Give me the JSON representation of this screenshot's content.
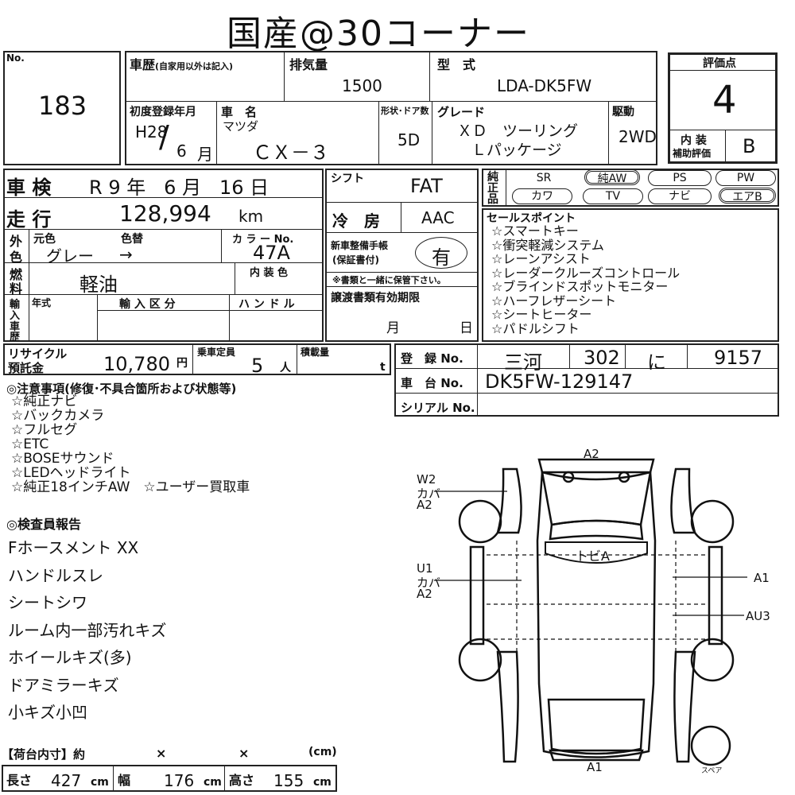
{
  "title": "国産@30コーナー",
  "lot": {
    "label": "No.",
    "value": "183"
  },
  "history": {
    "label": "車歴",
    "note": "(自家用以外は記入)"
  },
  "displacement": {
    "label": "排気量",
    "value": "1500"
  },
  "model": {
    "label": "型　式",
    "value": "LDA-DK5FW"
  },
  "score": {
    "label": "評価点",
    "value": "4",
    "interior_label_1": "内 装",
    "interior_label_2": "補助評価",
    "interior_value": "B"
  },
  "first_reg": {
    "label": "初度登録年月",
    "era_year": "H28",
    "slash": "/",
    "month": "6",
    "month_unit": "月"
  },
  "car_name": {
    "label": "車　名",
    "maker": "マツダ",
    "value": "ＣＸ－３"
  },
  "doors": {
    "label": "形状･ドア数",
    "value": "5D"
  },
  "grade": {
    "label": "グレード",
    "line1": "ＸＤ　ツーリング",
    "line2": "Ｌパッケージ"
  },
  "drive": {
    "label": "駆動",
    "value": "2WD"
  },
  "inspection": {
    "label": "車 検",
    "era": "R",
    "year": "9",
    "year_unit": "年",
    "month": "6",
    "month_unit": "月",
    "day": "16",
    "day_unit": "日"
  },
  "shift": {
    "label": "シフト",
    "value": "FAT"
  },
  "genuine": {
    "label1": "純",
    "label2": "正",
    "label3": "品",
    "items": [
      "SR",
      "純AW",
      "PS",
      "PW",
      "カワ",
      "TV",
      "ナビ",
      "エアB"
    ]
  },
  "mileage": {
    "label": "走 行",
    "value": "128,994",
    "unit": "km"
  },
  "ac": {
    "label": "冷　房",
    "value": "AAC"
  },
  "exterior": {
    "label1": "外",
    "label2": "色",
    "orig_label": "元色",
    "change_label": "色替",
    "value": "グレー",
    "arrow": "→"
  },
  "color_no": {
    "label": "カ ラ ー No.",
    "value": "47A"
  },
  "warranty": {
    "label1": "新車整備手帳",
    "label2": "(保証書付)",
    "value": "有",
    "note": "※書類と一緒に保管下さい。"
  },
  "fuel": {
    "label1": "燃",
    "label2": "料",
    "value": "軽油"
  },
  "interior_color": {
    "label": "内 装 色"
  },
  "import": {
    "label1": "輸",
    "label2": "入",
    "label3": "車",
    "label4": "歴",
    "year_label": "年式",
    "cat_label": "輸 入 区 分",
    "handle_label": "ハ ン ド ル"
  },
  "transfer_docs": {
    "label": "譲渡書類有効期限",
    "month": "月",
    "day": "日"
  },
  "sales_points": {
    "label": "セールスポイント",
    "items": [
      "☆スマートキー",
      "☆衝突軽減システム",
      "☆レーンアシスト",
      "☆レーダークルーズコントロール",
      "☆ブラインドスポットモニター",
      "☆ハーフレザーシート",
      "☆シートヒーター",
      "☆パドルシフト"
    ]
  },
  "recycle": {
    "label1": "リサイクル",
    "label2": "預託金",
    "value": "10,780",
    "unit": "円"
  },
  "capacity": {
    "label": "乗車定員",
    "value": "5",
    "unit": "人"
  },
  "load": {
    "label": "積載量",
    "unit": "t"
  },
  "registration": {
    "label": "登　録 No.",
    "region": "三河",
    "class": "302",
    "kana": "に",
    "number": "9157"
  },
  "chassis": {
    "label": "車　台 No.",
    "value": "DK5FW-129147"
  },
  "serial": {
    "label": "シリアル No."
  },
  "notes": {
    "heading": "◎注意事項(修復･不具合箇所および状態等)",
    "items": [
      "☆純正ナビ",
      "☆バックカメラ",
      "☆フルセグ",
      "☆ETC",
      "☆BOSEサウンド",
      "☆LEDヘッドライト",
      "☆純正18インチAW　☆ユーザー買取車"
    ]
  },
  "inspector": {
    "heading": "◎検査員報告",
    "items": [
      "Fホースメント XX",
      "ハンドルスレ",
      "シートシワ",
      "ルーム内一部汚れキズ",
      "ホイールキズ(多)",
      "ドアミラーキズ",
      "小キズ小凹"
    ]
  },
  "diagram": {
    "front": "A2",
    "rear": "A1",
    "left_front": [
      "W2",
      "カバ",
      "A2"
    ],
    "left_rear": [
      "U1",
      "カバ",
      "A2"
    ],
    "right_front": "A1",
    "right_rear": "AU3",
    "roof": "トビA",
    "spare": "スペア"
  },
  "cargo": {
    "label": "【荷台内寸】約",
    "x1": "×",
    "x2": "×",
    "unit": "(cm)"
  },
  "dims": {
    "length_label": "長さ",
    "length": "427",
    "width_label": "幅",
    "width": "176",
    "height_label": "高さ",
    "height": "155",
    "unit": "cm"
  }
}
